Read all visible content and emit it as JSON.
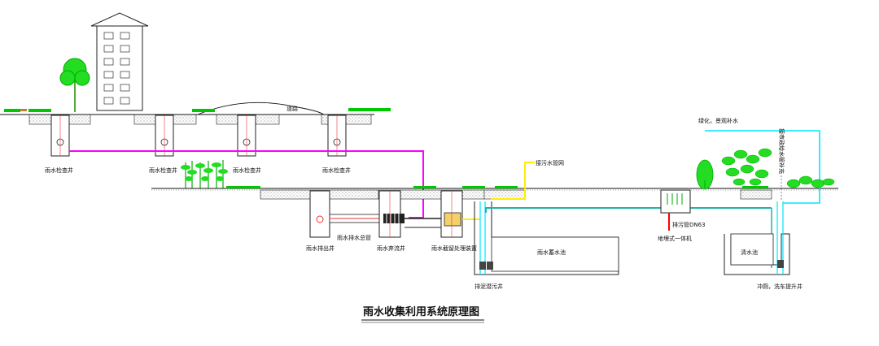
{
  "title": "雨水收集利用系统原理图",
  "labels": {
    "road": "道路",
    "inspection_well_1": "雨水检查井",
    "inspection_well_2": "雨水检查井",
    "inspection_well_3": "雨水检查井",
    "inspection_well_4": "雨水检查井",
    "outlet_well": "雨水排出井",
    "main_pipe": "雨水排水总管",
    "diversion_well": "雨水弃流井",
    "treatment_device": "雨水截留处理装置",
    "storage_tank": "雨水蓄水池",
    "clear_tank": "清水池",
    "sewage_pipe": "接污水管网",
    "inspection_pit": "排泥潜污井",
    "overflow_pipe": "排污管DN63",
    "integrated_unit": "地埋式一体机",
    "irrigation": "绿化，景观补水",
    "flushing_lift": "冲厕，洗车提升井",
    "vertical_note": "接市政给水管补充"
  },
  "colors": {
    "rain_pipe": "#ff00ff",
    "sewage": "#ffee00",
    "clear_water": "#00e5ff",
    "lift_pipe": "#20b2aa",
    "overflow": "#ff0000",
    "grass": "#00c800",
    "tree": "#00dd00"
  }
}
